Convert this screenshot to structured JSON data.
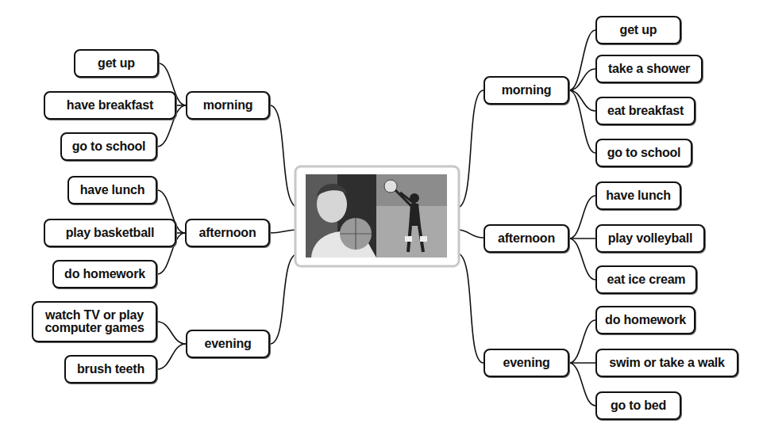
{
  "diagram": {
    "nodes": [
      {
        "text": [
          "morning"
        ]
      },
      {
        "text": [
          "get up"
        ]
      },
      {
        "text": [
          "have breakfast"
        ]
      },
      {
        "text": [
          "go to school"
        ]
      },
      {
        "text": [
          "afternoon"
        ]
      },
      {
        "text": [
          "have lunch"
        ]
      },
      {
        "text": [
          "play basketball"
        ]
      },
      {
        "text": [
          "do homework"
        ]
      },
      {
        "text": [
          "evening"
        ]
      },
      {
        "text": [
          "watch TV or play computer games"
        ]
      },
      {
        "text": [
          "brush teeth"
        ]
      },
      {
        "text": [
          "morning"
        ]
      },
      {
        "text": [
          "get up"
        ]
      },
      {
        "text": [
          "take a shower"
        ]
      },
      {
        "text": [
          "eat breakfast"
        ]
      },
      {
        "text": [
          "go to school"
        ]
      },
      {
        "text": [
          "afternoon"
        ]
      },
      {
        "text": [
          "have lunch"
        ]
      },
      {
        "text": [
          "play volleyball"
        ]
      },
      {
        "text": [
          "eat ice cream"
        ]
      },
      {
        "text": [
          "evening"
        ]
      },
      {
        "text": [
          "do homework"
        ]
      },
      {
        "text": [
          "swim or take a walk"
        ]
      },
      {
        "text": [
          "go to bed"
        ]
      }
    ],
    "edges": [
      {
        "from": 0,
        "to": 1,
        "arrow": "none"
      },
      {
        "from": 0,
        "to": 2,
        "arrow": "none"
      },
      {
        "from": 0,
        "to": 3,
        "arrow": "none"
      },
      {
        "from": 4,
        "to": 5,
        "arrow": "none"
      },
      {
        "from": 4,
        "to": 6,
        "arrow": "none"
      },
      {
        "from": 4,
        "to": 7,
        "arrow": "none"
      },
      {
        "from": 8,
        "to": 9,
        "arrow": "none"
      },
      {
        "from": 8,
        "to": 10,
        "arrow": "none"
      },
      {
        "from": 11,
        "to": 12,
        "arrow": "none"
      },
      {
        "from": 11,
        "to": 13,
        "arrow": "none"
      },
      {
        "from": 11,
        "to": 14,
        "arrow": "none"
      },
      {
        "from": 11,
        "to": 15,
        "arrow": "none"
      },
      {
        "from": 16,
        "to": 17,
        "arrow": "none"
      },
      {
        "from": 16,
        "to": 18,
        "arrow": "none"
      },
      {
        "from": 16,
        "to": 19,
        "arrow": "none"
      },
      {
        "from": 20,
        "to": 21,
        "arrow": "none"
      },
      {
        "from": 20,
        "to": 22,
        "arrow": "none"
      },
      {
        "from": 20,
        "to": 23,
        "arrow": "none"
      }
    ]
  }
}
